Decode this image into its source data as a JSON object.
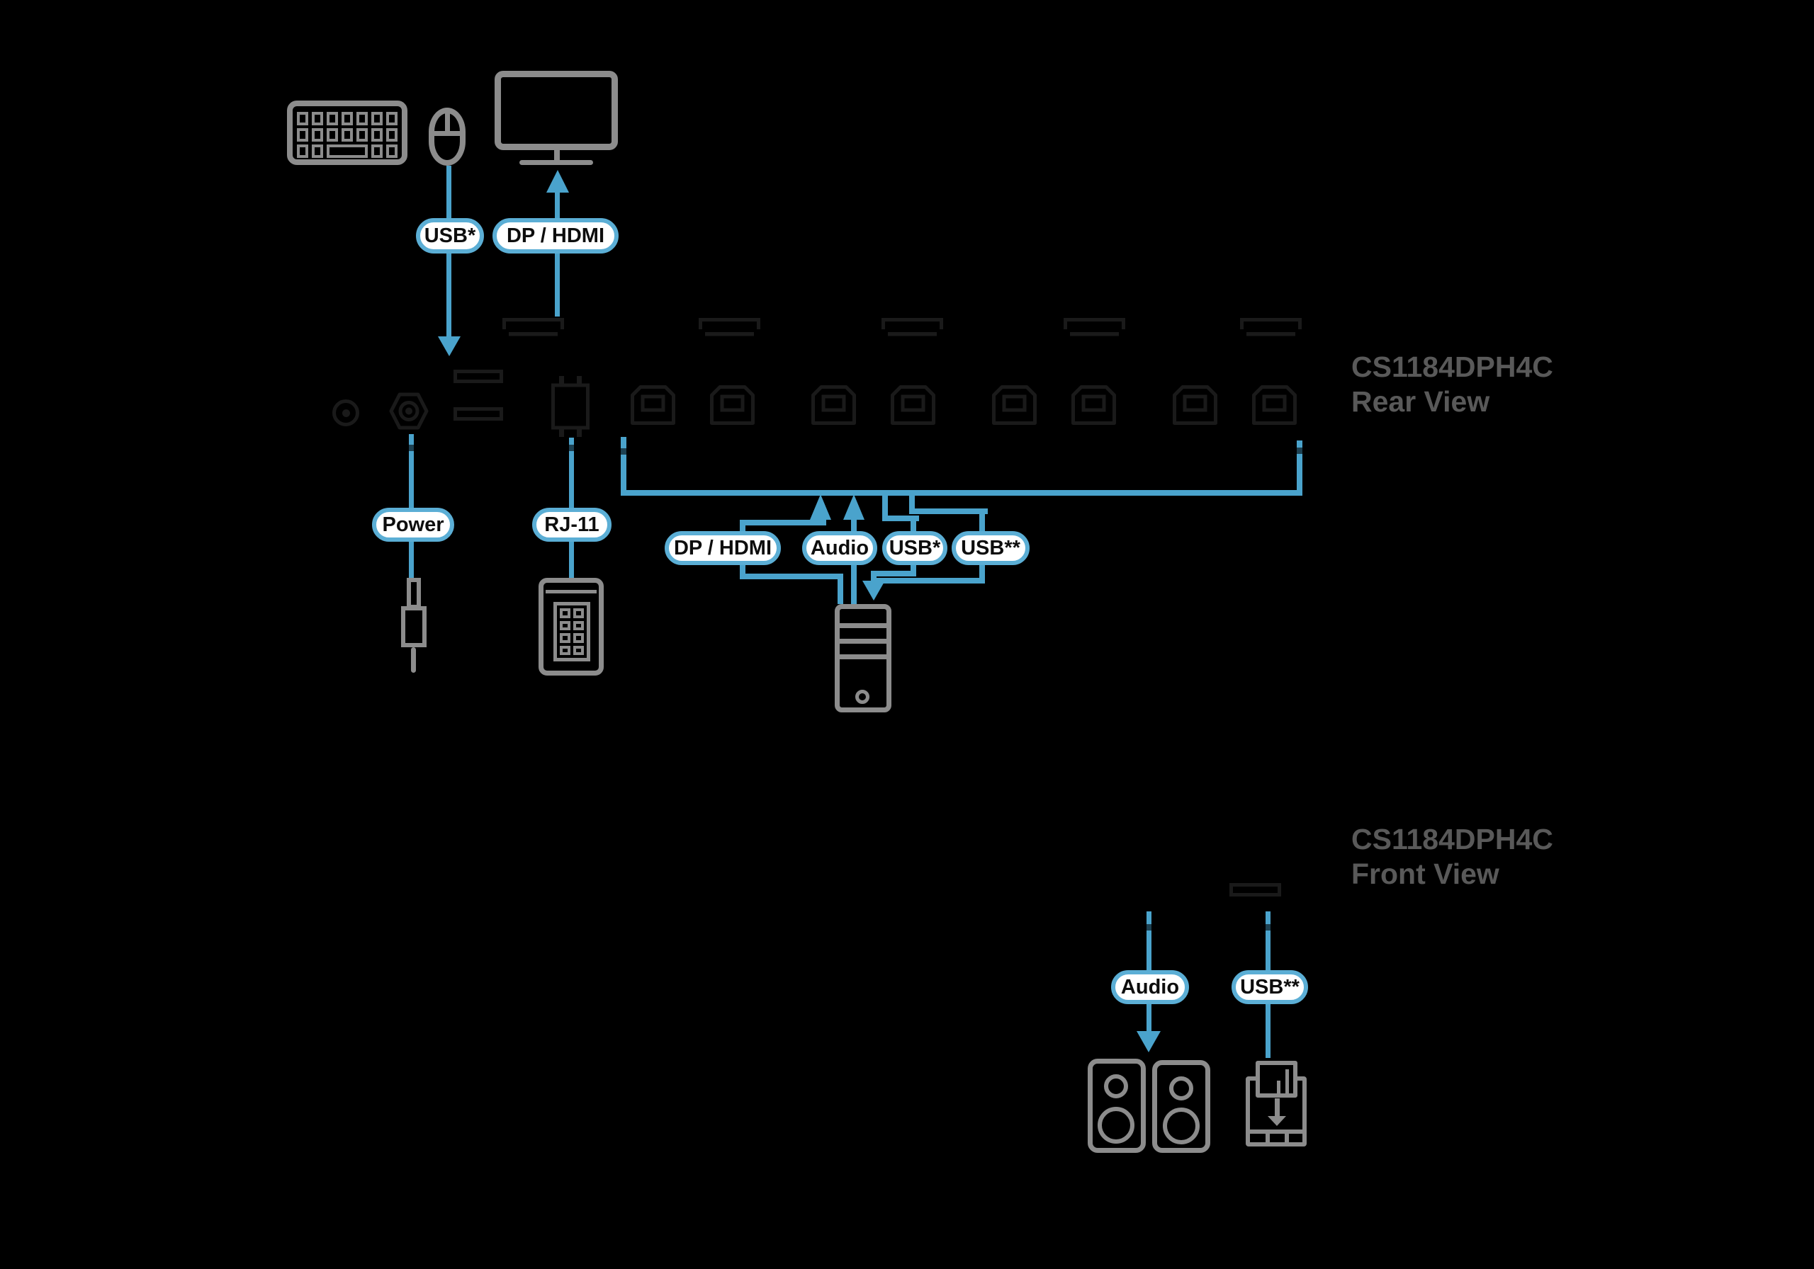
{
  "colors": {
    "background": "#000000",
    "cable_blue": "#4aa3cc",
    "label_border_blue": "#5baed5",
    "device_gray": "#8c8c8c",
    "rear_port_dark": "#1a1a1a",
    "caption_gray": "#595959"
  },
  "device": {
    "model": "CS1184DPH4C",
    "rear_view": "Rear View",
    "front_view": "Front View"
  },
  "labels": {
    "console_usb": "USB*",
    "console_video": "DP / HDMI",
    "power": "Power",
    "rj11": "RJ-11",
    "source_video": "DP / HDMI",
    "source_audio": "Audio",
    "source_usb": "USB*",
    "source_usb_peripheral": "USB**",
    "front_audio": "Audio",
    "front_usb": "USB**"
  },
  "icons": [
    "keyboard-icon",
    "mouse-icon",
    "monitor-icon",
    "dc-plug-icon",
    "rj11-phone-icon",
    "computer-tower-icon",
    "speakers-icon",
    "usb-drive-icon",
    "dc-jack-port",
    "power-jack-port",
    "usb-a-port",
    "rj11-port",
    "dp-hdmi-port",
    "usb-b-port",
    "front-usb-port"
  ]
}
